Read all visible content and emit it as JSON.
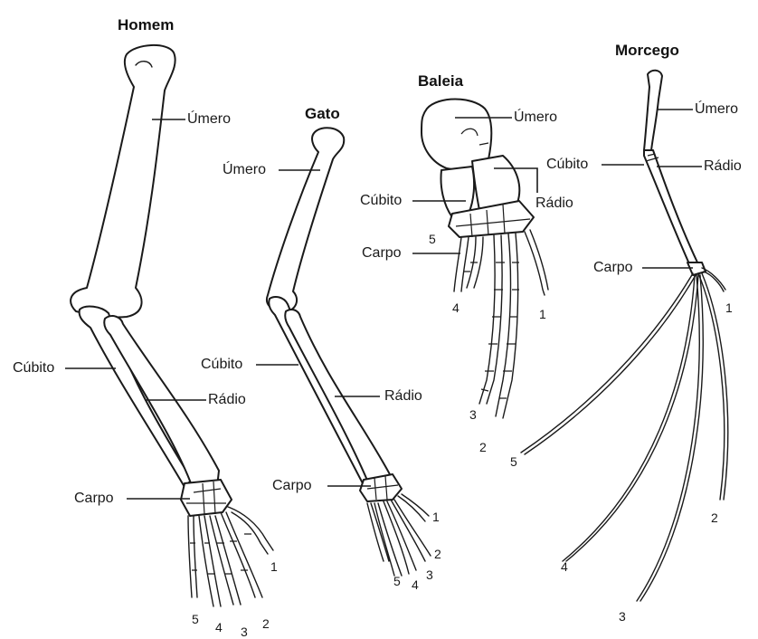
{
  "figures": {
    "homem": {
      "title": "Homem",
      "labels": {
        "umero": "Úmero",
        "cubito": "Cúbito",
        "radio": "Rádio",
        "carpo": "Carpo"
      },
      "digits": [
        "1",
        "2",
        "3",
        "4",
        "5"
      ]
    },
    "gato": {
      "title": "Gato",
      "labels": {
        "umero": "Úmero",
        "cubito": "Cúbito",
        "radio": "Rádio",
        "carpo": "Carpo"
      },
      "digits": [
        "1",
        "2",
        "3",
        "4",
        "5"
      ]
    },
    "baleia": {
      "title": "Baleia",
      "labels": {
        "umero": "Úmero",
        "cubito": "Cúbito",
        "radio": "Rádio",
        "carpo": "Carpo"
      },
      "digits": [
        "1",
        "2",
        "3",
        "4",
        "5"
      ]
    },
    "morcego": {
      "title": "Morcego",
      "labels": {
        "umero": "Úmero",
        "cubito": "Cúbito",
        "radio": "Rádio",
        "carpo": "Carpo"
      },
      "digits": [
        "1",
        "2",
        "3",
        "4",
        "5"
      ]
    }
  }
}
